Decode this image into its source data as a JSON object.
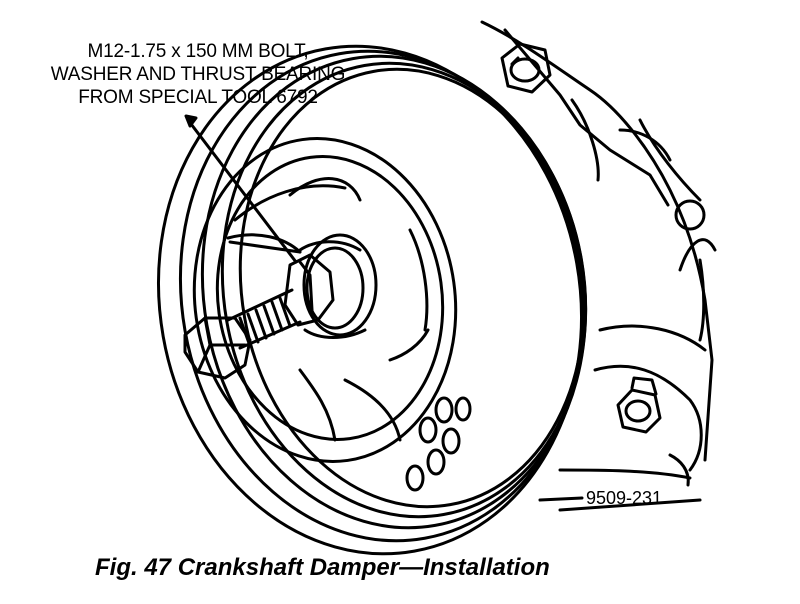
{
  "callout": {
    "line1": "M12-1.75 x 150 MM BOLT,",
    "line2": "WASHER AND THRUST BEARING",
    "line3": "FROM SPECIAL TOOL 6792"
  },
  "part_number": "9509-231",
  "caption": "Fig. 47 Crankshaft Damper—Installation"
}
